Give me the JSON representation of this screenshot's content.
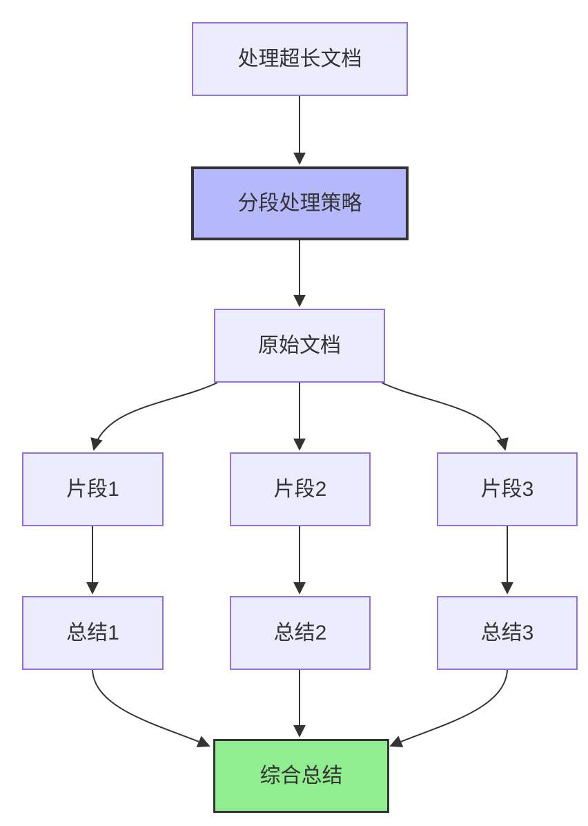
{
  "diagram": {
    "type": "flowchart",
    "direction": "top-down",
    "nodes": [
      {
        "id": "process",
        "label": "处理超长文档",
        "style": "default"
      },
      {
        "id": "strategy",
        "label": "分段处理策略",
        "style": "highlight"
      },
      {
        "id": "source",
        "label": "原始文档",
        "style": "default"
      },
      {
        "id": "seg1",
        "label": "片段1",
        "style": "default"
      },
      {
        "id": "seg2",
        "label": "片段2",
        "style": "default"
      },
      {
        "id": "seg3",
        "label": "片段3",
        "style": "default"
      },
      {
        "id": "sum1",
        "label": "总结1",
        "style": "default"
      },
      {
        "id": "sum2",
        "label": "总结2",
        "style": "default"
      },
      {
        "id": "sum3",
        "label": "总结3",
        "style": "default"
      },
      {
        "id": "final",
        "label": "综合总结",
        "style": "success"
      }
    ],
    "edges": [
      {
        "from": "process",
        "to": "strategy"
      },
      {
        "from": "strategy",
        "to": "source"
      },
      {
        "from": "source",
        "to": "seg1"
      },
      {
        "from": "source",
        "to": "seg2"
      },
      {
        "from": "source",
        "to": "seg3"
      },
      {
        "from": "seg1",
        "to": "sum1"
      },
      {
        "from": "seg2",
        "to": "sum2"
      },
      {
        "from": "seg3",
        "to": "sum3"
      },
      {
        "from": "sum1",
        "to": "final"
      },
      {
        "from": "sum2",
        "to": "final"
      },
      {
        "from": "sum3",
        "to": "final"
      }
    ],
    "colors": {
      "background": "#ffffff",
      "node_fill": "#ececff",
      "node_border": "#9370db",
      "highlight_fill": "#b5b8fa",
      "highlight_border": "#333333",
      "final_fill": "#90ee90",
      "final_border": "#333333",
      "edge": "#333333",
      "text": "#333333"
    }
  }
}
